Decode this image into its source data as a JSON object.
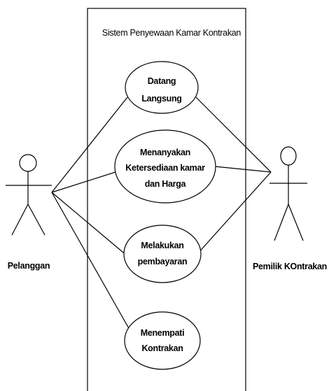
{
  "system": {
    "title": "Sistem Penyewaan Kamar Kontrakan"
  },
  "actors": {
    "customer": "Pelanggan",
    "owner": "Pemilik KOntrakan"
  },
  "use_cases": {
    "datang_langsung": [
      "Datang",
      "Langsung"
    ],
    "menanyakan": [
      "Menanyakan",
      "Ketersediaan kamar",
      "dan Harga"
    ],
    "pembayaran": [
      "Melakukan",
      "pembayaran"
    ],
    "menempati": [
      "Menempati",
      "Kontrakan"
    ]
  }
}
